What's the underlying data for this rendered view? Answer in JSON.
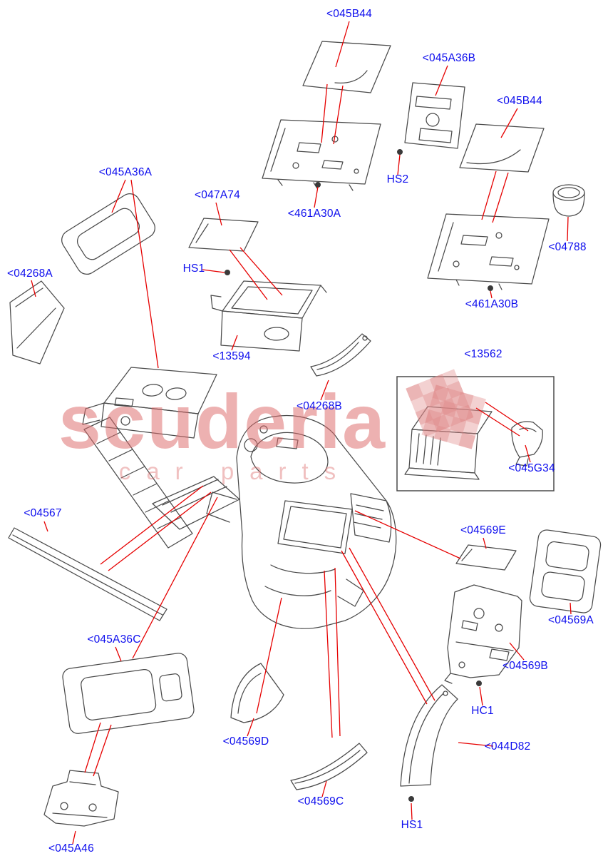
{
  "colors": {
    "label_blue": "#0d0dee",
    "leader_red": "#e60000",
    "line_gray": "#4a4a4a",
    "watermark_pink": "#dd6a6a"
  },
  "watermark": {
    "line1": "scuderia",
    "line2": "car parts"
  },
  "labels": [
    {
      "id": "045B44-a",
      "text": "<045B44"
    },
    {
      "id": "045A36B",
      "text": "<045A36B"
    },
    {
      "id": "045B44-b",
      "text": "<045B44"
    },
    {
      "id": "045A36A",
      "text": "<045A36A"
    },
    {
      "id": "047A74",
      "text": "<047A74"
    },
    {
      "id": "461A30A",
      "text": "<461A30A"
    },
    {
      "id": "HS2",
      "text": "HS2"
    },
    {
      "id": "04788",
      "text": "<04788"
    },
    {
      "id": "04268A",
      "text": "<04268A"
    },
    {
      "id": "HS1-a",
      "text": "HS1"
    },
    {
      "id": "461A30B",
      "text": "<461A30B"
    },
    {
      "id": "13594",
      "text": "<13594"
    },
    {
      "id": "04268B",
      "text": "<04268B"
    },
    {
      "id": "13562",
      "text": "<13562"
    },
    {
      "id": "045G34",
      "text": "<045G34"
    },
    {
      "id": "04567",
      "text": "<04567"
    },
    {
      "id": "04569E",
      "text": "<04569E"
    },
    {
      "id": "04569A",
      "text": "<04569A"
    },
    {
      "id": "04569B",
      "text": "<04569B"
    },
    {
      "id": "045A36C",
      "text": "<045A36C"
    },
    {
      "id": "HC1",
      "text": "HC1"
    },
    {
      "id": "04569D",
      "text": "<04569D"
    },
    {
      "id": "044D82",
      "text": "<044D82"
    },
    {
      "id": "04569C",
      "text": "<04569C"
    },
    {
      "id": "HS1-b",
      "text": "HS1"
    },
    {
      "id": "045A46",
      "text": "<045A46"
    }
  ]
}
